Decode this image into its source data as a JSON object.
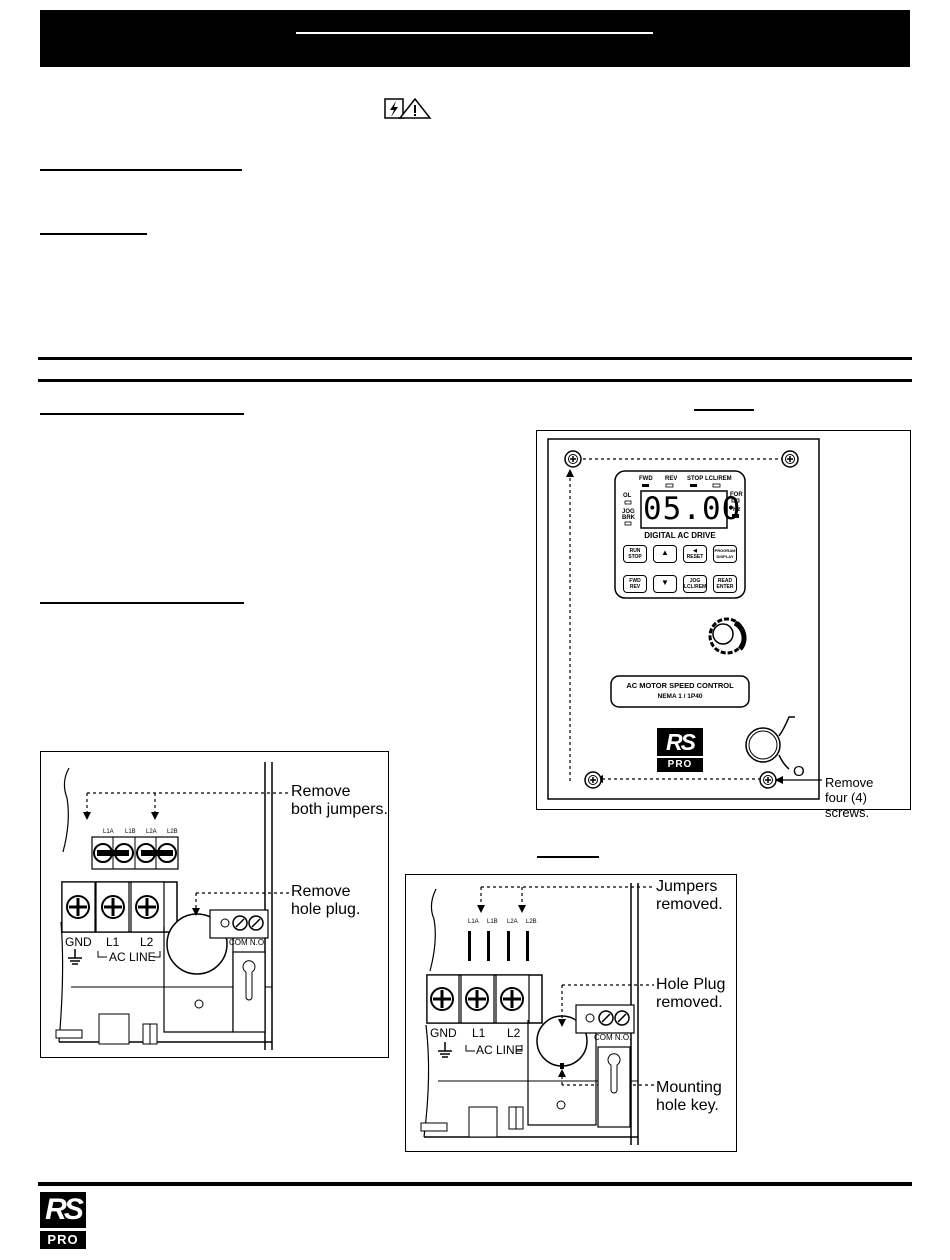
{
  "front_panel": {
    "display": {
      "digits": "05.00",
      "led_labels": [
        "FWD",
        "REV",
        "STOP",
        "LCL/REM"
      ],
      "left_labels": [
        "OL",
        "JOG",
        "BRK"
      ],
      "right_labels": [
        "FOR",
        "Hz"
      ],
      "title": "DIGITAL AC DRIVE",
      "buttons": [
        {
          "line1": "RUN",
          "line2": "STOP"
        },
        {
          "line1": "▲",
          "line2": ""
        },
        {
          "line1": "◀",
          "line2": "RESET"
        },
        {
          "line1": "PROGRAM",
          "line2": "DISPLAY"
        },
        {
          "line1": "FWD",
          "line2": "REV"
        },
        {
          "line1": "▼",
          "line2": ""
        },
        {
          "line1": "JOG",
          "line2": "LCL/REM"
        },
        {
          "line1": "READ",
          "line2": "ENTER"
        }
      ]
    },
    "nameplate": {
      "line1": "AC MOTOR SPEED CONTROL",
      "line2": "NEMA 1 / 1P40"
    },
    "switch_label": "O",
    "callout": {
      "line1": "Remove",
      "line2": "four (4) screws."
    }
  },
  "logo": {
    "top": "RS",
    "bottom": "PRO"
  },
  "figure_left": {
    "jumper_labels": [
      "L1A",
      "L1B",
      "L2A",
      "L2B"
    ],
    "terminal_labels": [
      "GND",
      "L1",
      "L2"
    ],
    "ac_line": "AC LINE",
    "relay_label": "COM N.O.",
    "callouts": [
      {
        "line1": "Remove",
        "line2": "both jumpers."
      },
      {
        "line1": "Remove",
        "line2": "hole plug."
      }
    ]
  },
  "figure_right": {
    "jumper_labels": [
      "L1A",
      "L1B",
      "L2A",
      "L2B"
    ],
    "terminal_labels": [
      "GND",
      "L1",
      "L2"
    ],
    "ac_line": "AC LINE",
    "relay_label": "COM N.O.",
    "callouts": [
      {
        "line1": "Jumpers",
        "line2": "removed."
      },
      {
        "line1": "Hole Plug",
        "line2": "removed."
      },
      {
        "line1": "Mounting",
        "line2": "hole key."
      }
    ]
  },
  "colors": {
    "ink": "#000000",
    "paper": "#ffffff",
    "logo_red": "#000000"
  }
}
